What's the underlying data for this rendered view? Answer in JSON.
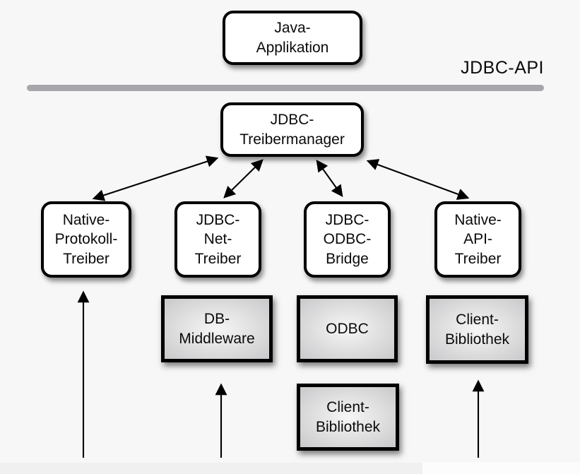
{
  "diagram_title": "JDBC architecture (German)",
  "api_layer": {
    "label": "JDBC-API",
    "bar_color": "#a7a7ab"
  },
  "colors": {
    "background": "#f7f7f8",
    "box_border": "#000000",
    "white_box_fill": "#ffffff",
    "gray_box_fill": "#d9d9db",
    "text": "#0a0a0a"
  },
  "nodes": {
    "java_app": {
      "label": "Java-\nApplikation",
      "type": "rounded-white"
    },
    "treibermanager": {
      "label": "JDBC-\nTreibermanager",
      "type": "rounded-white"
    },
    "native_protokoll": {
      "label": "Native-\nProtokoll-\nTreiber",
      "type": "rounded-white"
    },
    "jdbc_net": {
      "label": "JDBC-\nNet-\nTreiber",
      "type": "rounded-white"
    },
    "jdbc_odbc": {
      "label": "JDBC-\nODBC-\nBridge",
      "type": "rounded-white"
    },
    "native_api": {
      "label": "Native-\nAPI-\nTreiber",
      "type": "rounded-white"
    },
    "db_middleware": {
      "label": "DB-\nMiddleware",
      "type": "gray"
    },
    "odbc": {
      "label": "ODBC",
      "type": "gray"
    },
    "client_bibliothek_mittel": {
      "label": "Client-\nBibliothek",
      "type": "gray"
    },
    "client_bibliothek_rechts": {
      "label": "Client-\nBibliothek",
      "type": "gray"
    }
  },
  "edges": [
    {
      "from": "treibermanager",
      "to": "native_protokoll",
      "style": "double-arrow"
    },
    {
      "from": "treibermanager",
      "to": "jdbc_net",
      "style": "double-arrow"
    },
    {
      "from": "treibermanager",
      "to": "jdbc_odbc",
      "style": "double-arrow"
    },
    {
      "from": "treibermanager",
      "to": "native_api",
      "style": "double-arrow"
    },
    {
      "from": "bottom",
      "to": "native_protokoll",
      "style": "up-arrow"
    },
    {
      "from": "bottom",
      "to": "db_middleware",
      "style": "up-arrow"
    },
    {
      "from": "bottom",
      "to": "client_bibliothek_rechts",
      "style": "up-arrow"
    }
  ]
}
